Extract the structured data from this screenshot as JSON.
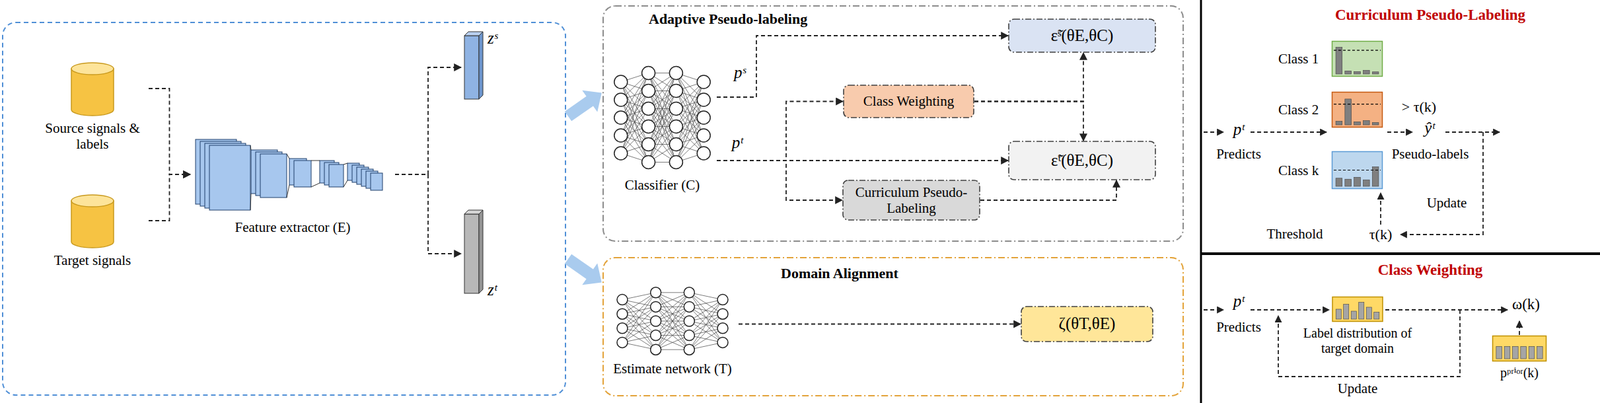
{
  "diagram": {
    "nodes": [
      {
        "text": [
          "Source signals & labels"
        ]
      },
      {
        "text": [
          "Target signals"
        ]
      },
      {
        "text": [
          "Feature extractor (E)"
        ]
      },
      {
        "text": [
          "zˢ"
        ]
      },
      {
        "text": [
          "zᵗ"
        ]
      },
      {
        "text": [
          "Adaptive Pseudo-labeling"
        ]
      },
      {
        "text": [
          "Classifier (C)"
        ],
        "in": 5
      },
      {
        "text": [
          "Class Weighting"
        ],
        "in": 5
      },
      {
        "text": [
          "Curriculum Pseudo-Labeling"
        ],
        "in": 5
      },
      {
        "text": [
          "ε̃ˢ(θE,θC)"
        ],
        "in": 5
      },
      {
        "text": [
          "ε̃ᵗ(θE,θC)"
        ],
        "in": 5
      },
      {
        "text": [
          "Domain Alignment"
        ]
      },
      {
        "text": [
          "Estimate network (T)"
        ],
        "in": 11
      },
      {
        "text": [
          "ζ(θT,θE)"
        ],
        "in": 11
      },
      {
        "text": [
          "Class 1"
        ]
      },
      {
        "text": [
          "Class 2"
        ]
      },
      {
        "text": [
          "Class k"
        ]
      },
      {
        "text": [
          "Label distribution of target domain"
        ]
      },
      {
        "text": [
          "pᵖʳⁱᵒʳ(k)"
        ]
      }
    ],
    "edges": [
      {
        "from": 0,
        "to": 2,
        "arrow": "to"
      },
      {
        "from": 1,
        "to": 2,
        "arrow": "to"
      },
      {
        "from": 2,
        "to": 3,
        "arrow": "to"
      },
      {
        "from": 2,
        "to": 4,
        "arrow": "to"
      },
      {
        "from": 6,
        "to": 9,
        "arrow": "to"
      },
      {
        "from": 6,
        "to": 10,
        "arrow": "to"
      },
      {
        "from": 6,
        "to": 7,
        "arrow": "to"
      },
      {
        "from": 6,
        "to": 8,
        "arrow": "to"
      },
      {
        "from": 7,
        "to": 9,
        "arrow": "to"
      },
      {
        "from": 7,
        "to": 10,
        "arrow": "to"
      },
      {
        "from": 8,
        "to": 10,
        "arrow": "to"
      },
      {
        "from": 12,
        "to": 13,
        "arrow": "to"
      }
    ],
    "labels": [
      "pˢ",
      "pᵗ",
      "Curriculum Pseudo-Labeling",
      "pᵗ",
      "Predicts",
      "> τ(k)",
      "ŷᵗ",
      "Pseudo-labels",
      "Update",
      "Threshold",
      "τ(k)",
      "Class Weighting",
      "pᵗ",
      "Predicts",
      "ω(k)",
      "Update"
    ]
  }
}
